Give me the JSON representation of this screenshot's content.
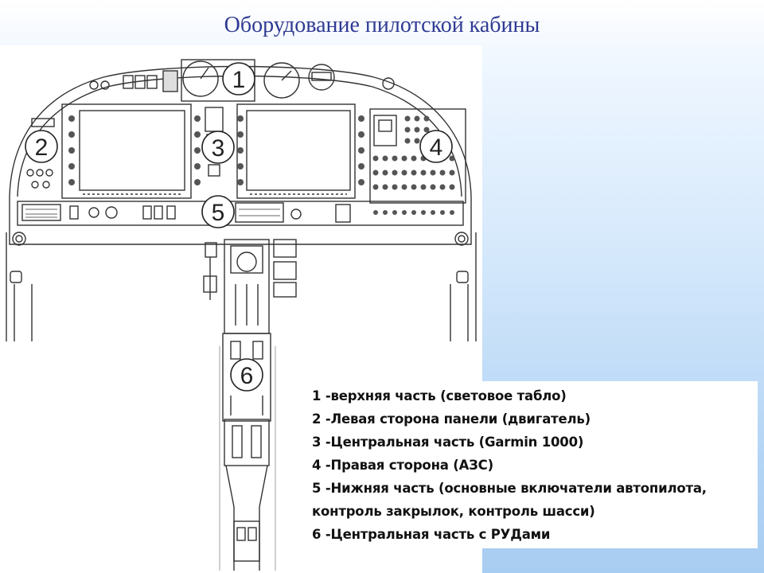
{
  "page": {
    "title": "Оборудование пилотской кабины"
  },
  "diagram": {
    "callouts": [
      "1",
      "2",
      "3",
      "4",
      "5",
      "6"
    ]
  },
  "legend": {
    "lines": [
      "1 -верхняя часть (световое табло)",
      "2 -Левая сторона панели (двигатель)",
      "3 -Центральная часть (Garmin 1000)",
      "4 -Правая сторона (АЗС)",
      "5 -Нижняя часть (основные включатели автопилота,",
      "контроль закрылок, контроль шасси)",
      "6 -Центральная часть с РУДами"
    ]
  },
  "colors": {
    "title": "#2f3a93",
    "background_top": "#ffffff",
    "background_bottom": "#a8cdf2",
    "line_art": "#333333"
  }
}
